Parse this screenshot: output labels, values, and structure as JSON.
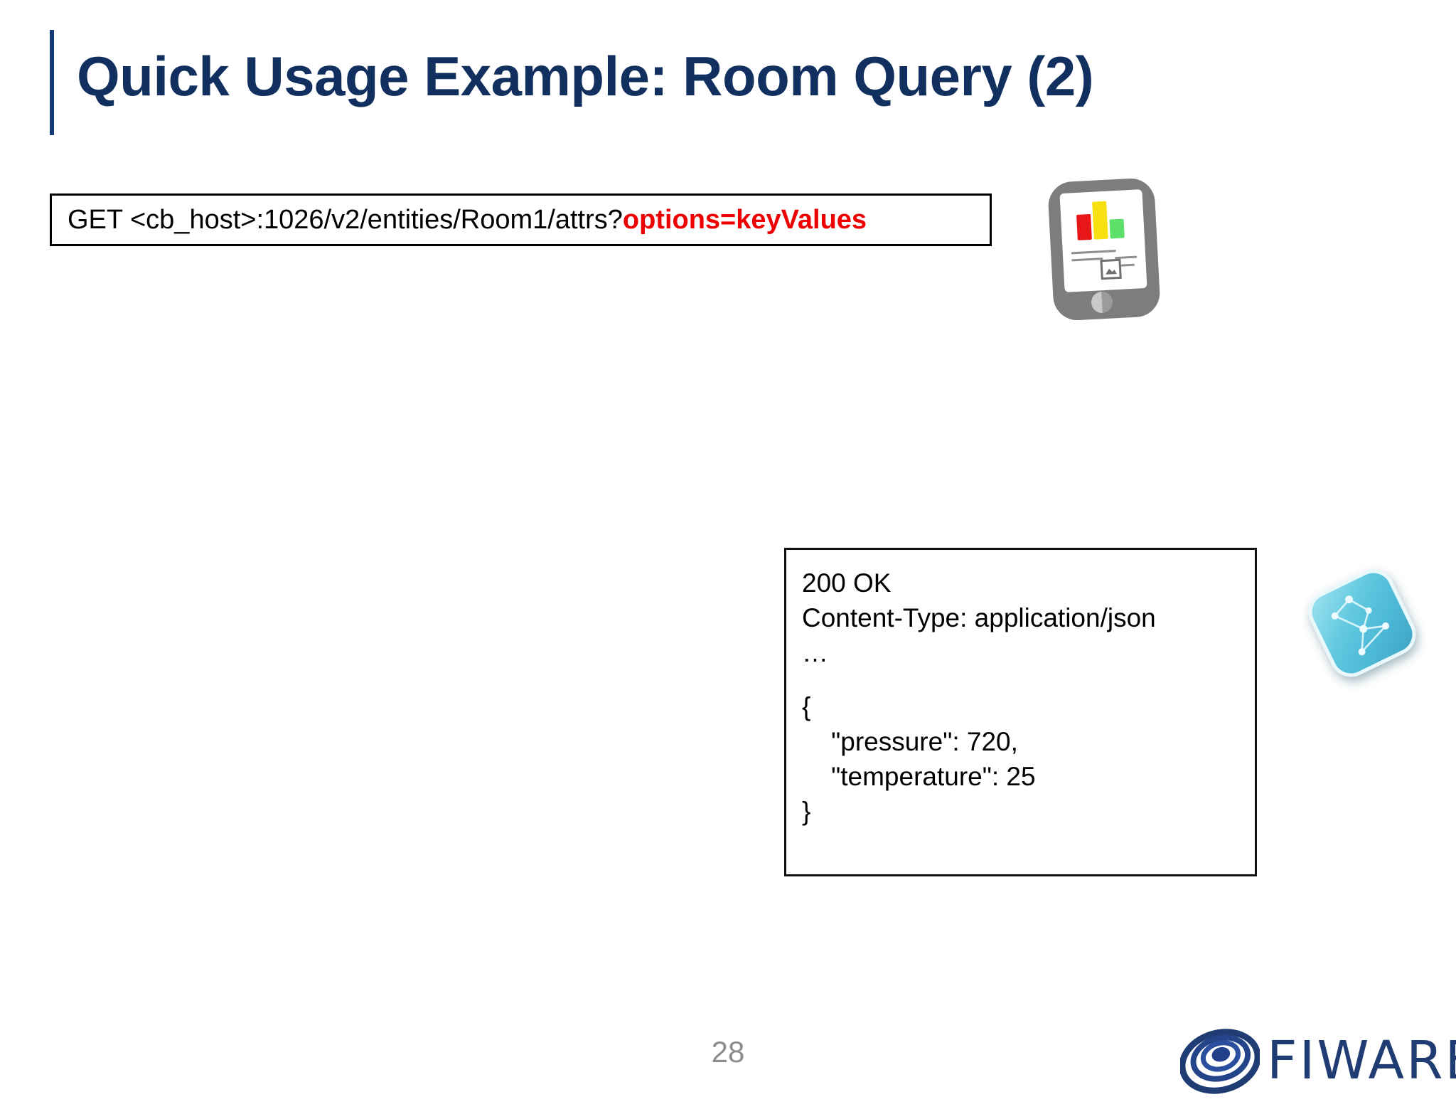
{
  "slide": {
    "title": "Quick Usage Example: Room Query (2)",
    "page_number": "28",
    "accent_color": "#11305f",
    "highlight_color": "#ef0000",
    "background_color": "#ffffff"
  },
  "request": {
    "method_and_path": "GET <cb_host>:1026/v2/entities/Room1/attrs?",
    "query_option": "options=keyValues"
  },
  "response": {
    "status_line": "200 OK",
    "content_type": "Content-Type: application/json",
    "ellipsis": "…",
    "body_open": "{",
    "body_pressure": "    \"pressure\": 720,",
    "body_temperature": "    \"temperature\": 25",
    "body_close": "}"
  },
  "icons": {
    "device": "tablet-device-icon",
    "broker": "context-broker-icon",
    "logo_mark": "fiware-swirl-icon"
  },
  "footer": {
    "brand": "FIWARE"
  }
}
